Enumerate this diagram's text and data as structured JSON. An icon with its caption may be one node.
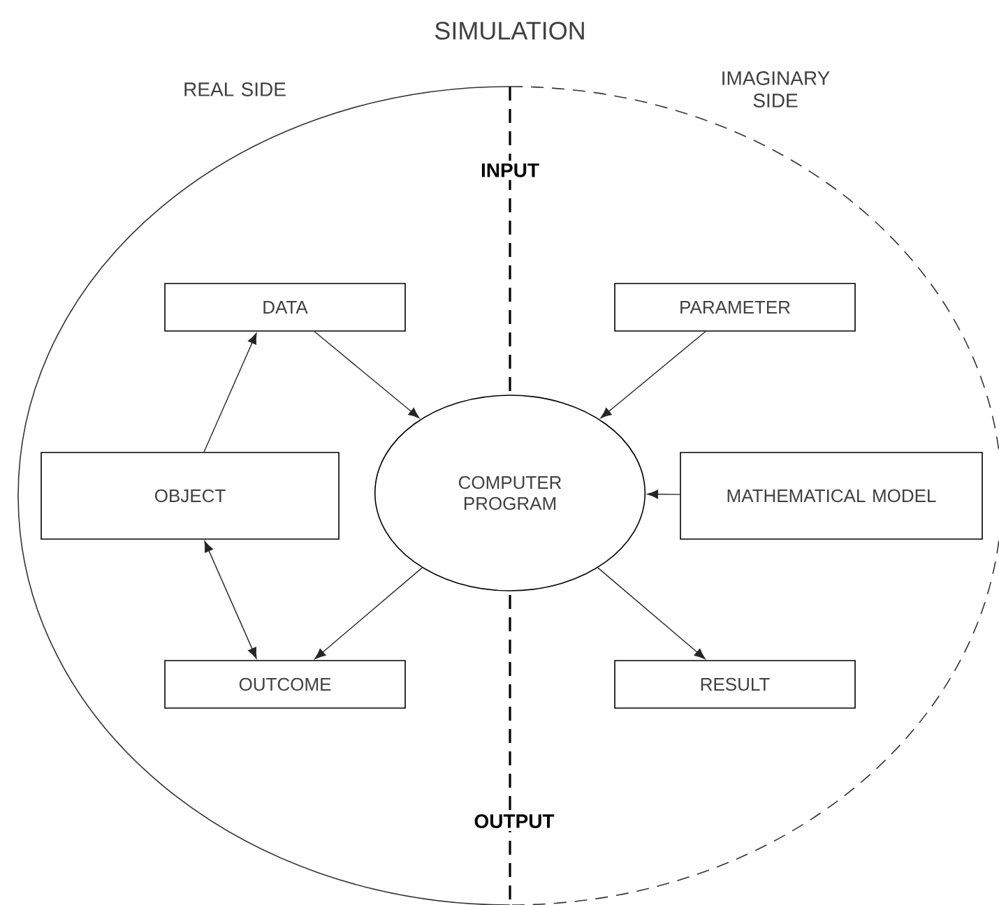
{
  "diagram": {
    "title": "SIMULATION",
    "nodes": [
      {
        "text": [
          "DATA"
        ]
      },
      {
        "text": [
          "PARAMETER"
        ]
      },
      {
        "text": [
          "OBJECT"
        ]
      },
      {
        "text": [
          "COMPUTER PROGRAM"
        ]
      },
      {
        "text": [
          "MATHEMATICAL MODEL"
        ]
      },
      {
        "text": [
          "OUTCOME"
        ]
      },
      {
        "text": [
          "RESULT"
        ]
      }
    ],
    "edges": [
      {
        "from": 2,
        "to": 0,
        "arrow": "to"
      },
      {
        "from": 0,
        "to": 3,
        "arrow": "to"
      },
      {
        "from": 1,
        "to": 3,
        "arrow": "to"
      },
      {
        "from": 4,
        "to": 3,
        "arrow": "to"
      },
      {
        "from": 3,
        "to": 5,
        "arrow": "to"
      },
      {
        "from": 3,
        "to": 6,
        "arrow": "to"
      },
      {
        "from": 2,
        "to": 5,
        "arrow": "both"
      }
    ],
    "labels": [
      "REAL SIDE",
      "IMAGINARY SIDE",
      "INPUT",
      "OUTPUT"
    ]
  }
}
